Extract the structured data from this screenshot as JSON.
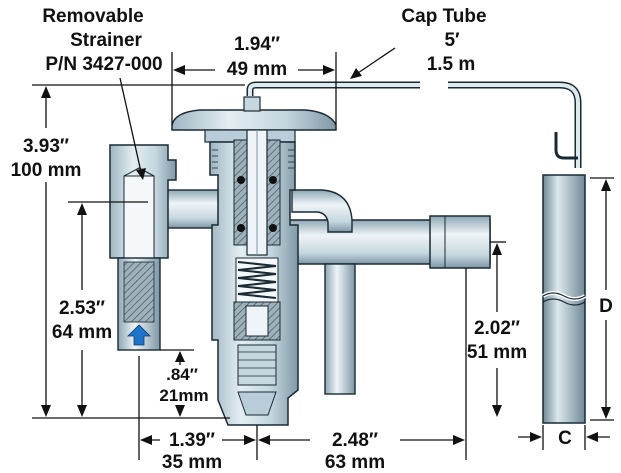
{
  "labels": {
    "strainer_line1": "Removable",
    "strainer_line2": "Strainer",
    "strainer_pn": "P/N 3427-000",
    "cap_tube": "Cap Tube",
    "cap_len_ft": "5′",
    "cap_len_m": "1.5 m",
    "width_in": "1.94″",
    "width_mm": "49 mm",
    "height_in": "3.93″",
    "height_mm": "100 mm",
    "inlet_h_in": "2.53″",
    "inlet_h_mm": "64 mm",
    "strainer_h_in": ".84″",
    "strainer_h_mm": "21mm",
    "outlet_h_in": "2.02″",
    "outlet_h_mm": "51 mm",
    "inlet_off_in": "1.39″",
    "inlet_off_mm": "35 mm",
    "outlet_off_in": "2.48″",
    "outlet_off_mm": "63 mm",
    "bulb_d": "D",
    "bulb_c": "C"
  },
  "colors": {
    "body_light": "#dfe9ee",
    "body_mid": "#b8cdd7",
    "body_dark": "#5f7a88",
    "outline": "#1a2a33",
    "arrow_blue": "#1f73c8"
  },
  "icons": {
    "flow_arrow": "arrow-up-icon"
  }
}
